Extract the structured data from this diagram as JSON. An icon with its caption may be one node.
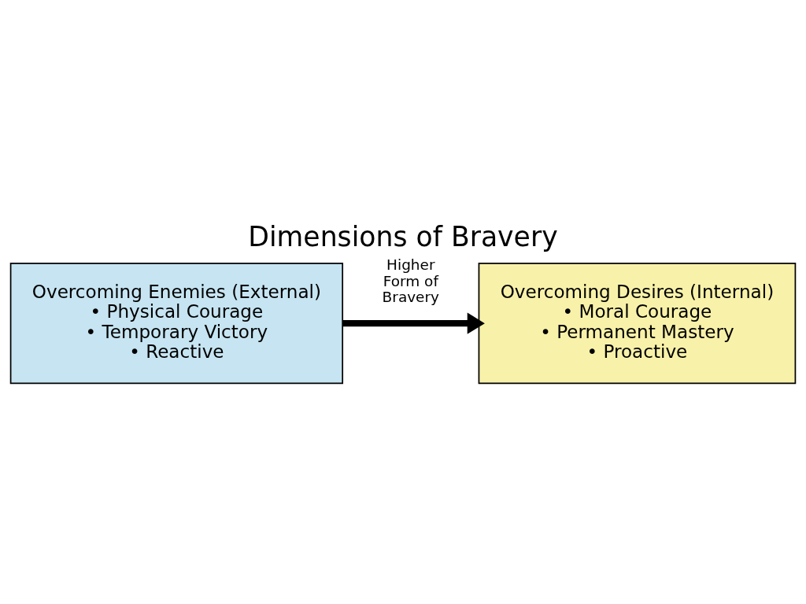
{
  "diagram": {
    "title": "Dimensions of Bravery",
    "nodes": [
      {
        "text": [
          "Overcoming Enemies (External)",
          "• Physical Courage",
          "• Temporary Victory",
          "• Reactive"
        ]
      },
      {
        "text": [
          "Overcoming Desires (Internal)",
          "• Moral Courage",
          "• Permanent Mastery",
          "• Proactive"
        ]
      }
    ],
    "edges": [
      {
        "from": 0,
        "to": 1,
        "arrow": "to",
        "label": "Higher Form of Bravery"
      }
    ]
  }
}
